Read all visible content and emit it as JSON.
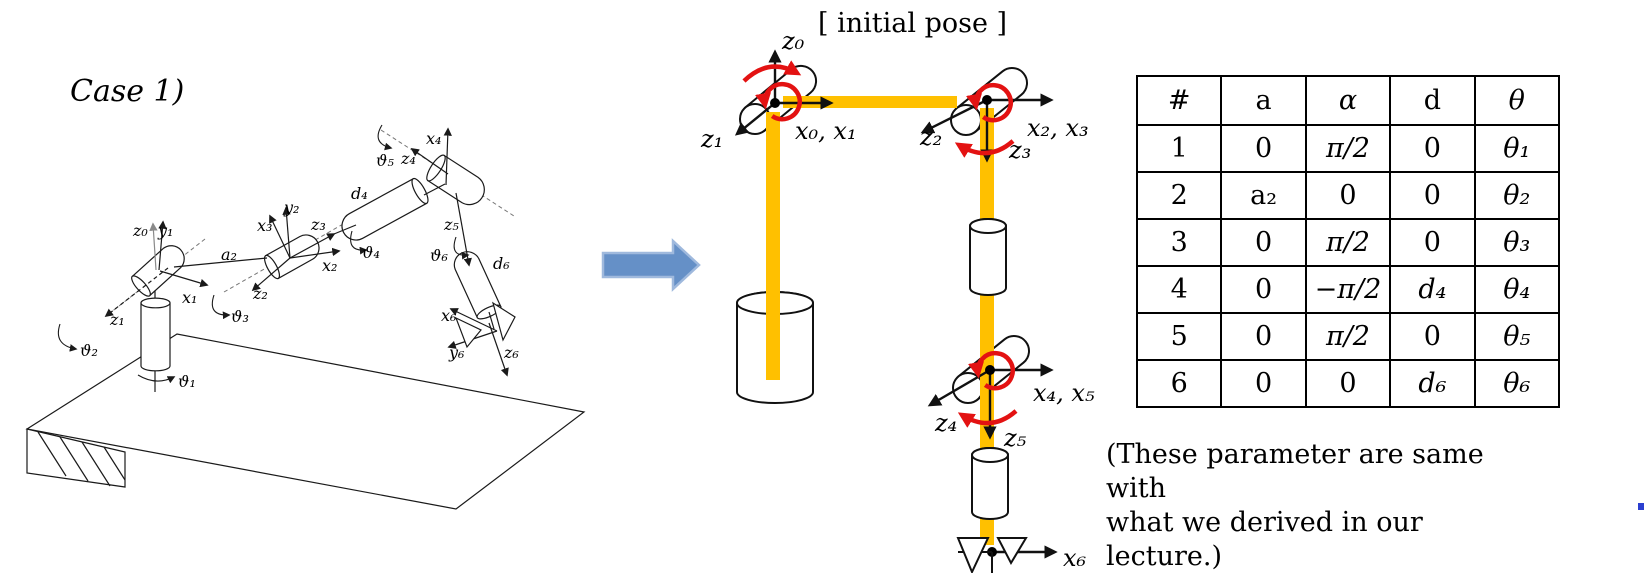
{
  "left_panel": {
    "case_label": "Case 1)",
    "labels": {
      "z0": "z₀",
      "y1": "y₁",
      "x1": "x₁",
      "z1": "z₁",
      "theta1": "ϑ₁",
      "theta2": "ϑ₂",
      "theta3": "ϑ₃",
      "theta4": "ϑ₄",
      "theta5": "ϑ₅",
      "theta6": "ϑ₆",
      "a2": "a₂",
      "x3": "x₃",
      "y2": "y₂",
      "z3": "z₃",
      "x2": "x₂",
      "z2": "z₂",
      "d4": "d₄",
      "z4": "z₄",
      "x4": "x₄",
      "z5": "z₅",
      "d6": "d₆",
      "x6": "x₆",
      "y6": "y₆",
      "z6": "z₆"
    }
  },
  "middle_panel": {
    "title": "[ initial pose ]",
    "labels": {
      "z0": "z₀",
      "x01": "x₀, x₁",
      "z1": "z₁",
      "z2": "z₂",
      "x23": "x₂, x₃",
      "z3": "z₃",
      "x45": "x₄, x₅",
      "z4": "z₄",
      "z5": "z₅",
      "x6": "x₆"
    },
    "colors": {
      "link_yellow": "#FFC000",
      "rotation_red": "#E31212",
      "arrow_blue": "#6590C7"
    }
  },
  "dh_table": {
    "headers": [
      {
        "t": "#",
        "cls": "up"
      },
      {
        "t": "a",
        "cls": "up"
      },
      {
        "t": "α",
        "cls": "it"
      },
      {
        "t": "d",
        "cls": "up"
      },
      {
        "t": "θ",
        "cls": "it"
      }
    ],
    "rows": [
      [
        {
          "t": "1",
          "cls": "up"
        },
        {
          "t": "0",
          "cls": "up"
        },
        {
          "t": "π/2",
          "cls": "it"
        },
        {
          "t": "0",
          "cls": "up"
        },
        {
          "t": "θ₁",
          "cls": "it"
        }
      ],
      [
        {
          "t": "2",
          "cls": "up"
        },
        {
          "t": "a₂",
          "cls": "up"
        },
        {
          "t": "0",
          "cls": "up"
        },
        {
          "t": "0",
          "cls": "up"
        },
        {
          "t": "θ₂",
          "cls": "it"
        }
      ],
      [
        {
          "t": "3",
          "cls": "up"
        },
        {
          "t": "0",
          "cls": "up"
        },
        {
          "t": "π/2",
          "cls": "it"
        },
        {
          "t": "0",
          "cls": "up"
        },
        {
          "t": "θ₃",
          "cls": "it"
        }
      ],
      [
        {
          "t": "4",
          "cls": "up"
        },
        {
          "t": "0",
          "cls": "up"
        },
        {
          "t": "−π/2",
          "cls": "it"
        },
        {
          "t": "d₄",
          "cls": "it"
        },
        {
          "t": "θ₄",
          "cls": "it"
        }
      ],
      [
        {
          "t": "5",
          "cls": "up"
        },
        {
          "t": "0",
          "cls": "up"
        },
        {
          "t": "π/2",
          "cls": "it"
        },
        {
          "t": "0",
          "cls": "up"
        },
        {
          "t": "θ₅",
          "cls": "it"
        }
      ],
      [
        {
          "t": "6",
          "cls": "up"
        },
        {
          "t": "0",
          "cls": "up"
        },
        {
          "t": "0",
          "cls": "up"
        },
        {
          "t": "d₆",
          "cls": "it"
        },
        {
          "t": "θ₆",
          "cls": "it"
        }
      ]
    ],
    "caption_line1": "(These parameter are same with",
    "caption_line2": "what we derived in our lecture.)"
  }
}
